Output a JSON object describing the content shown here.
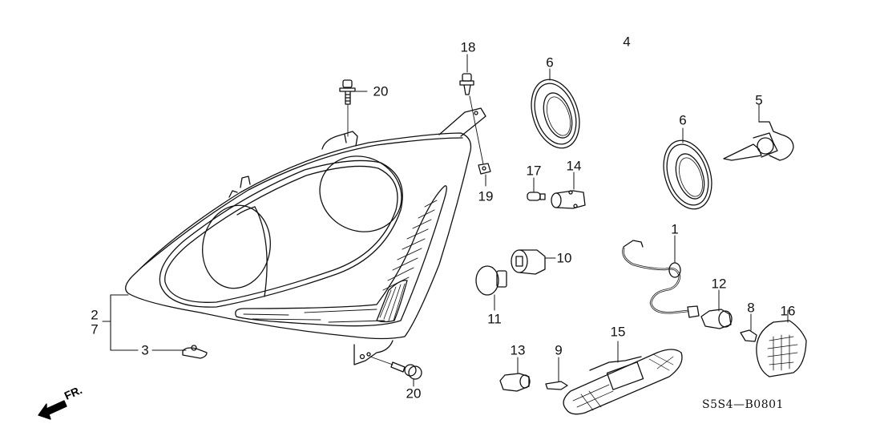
{
  "diagram": {
    "type": "exploded-parts-diagram",
    "subject": "Headlight assembly",
    "diagram_code": "S5S4—B0801",
    "direction_indicator": {
      "label": "FR.",
      "icon": "front-arrow-icon"
    },
    "callouts": [
      {
        "id": "1",
        "part": "wire-harness"
      },
      {
        "id": "2",
        "part": "headlight-unit"
      },
      {
        "id": "7",
        "part": "headlight-unit"
      },
      {
        "id": "3",
        "part": "clip-nut"
      },
      {
        "id": "4",
        "part": "high-beam-bulb"
      },
      {
        "id": "5",
        "part": "low-beam-bulb"
      },
      {
        "id": "6a",
        "label": "6",
        "part": "bulb-seal"
      },
      {
        "id": "6b",
        "label": "6",
        "part": "bulb-seal"
      },
      {
        "id": "8",
        "part": "wedge-bulb"
      },
      {
        "id": "9",
        "part": "wedge-bulb"
      },
      {
        "id": "10",
        "part": "bulb-socket"
      },
      {
        "id": "11",
        "part": "turn-signal-bulb"
      },
      {
        "id": "12",
        "part": "bulb-socket"
      },
      {
        "id": "13",
        "part": "bulb-socket"
      },
      {
        "id": "14",
        "part": "bulb-socket"
      },
      {
        "id": "15",
        "part": "side-marker-light"
      },
      {
        "id": "16",
        "part": "side-turn-light"
      },
      {
        "id": "17",
        "part": "wedge-bulb"
      },
      {
        "id": "18",
        "part": "bolt"
      },
      {
        "id": "19",
        "part": "clip-nut"
      },
      {
        "id": "20a",
        "label": "20",
        "part": "flange-bolt"
      },
      {
        "id": "20b",
        "label": "20",
        "part": "flange-bolt"
      }
    ]
  },
  "labels": {
    "c1": "1",
    "c2": "2",
    "c7": "7",
    "c3": "3",
    "c4": "4",
    "c5": "5",
    "c6a": "6",
    "c6b": "6",
    "c8": "8",
    "c9": "9",
    "c10": "10",
    "c11": "11",
    "c12": "12",
    "c13": "13",
    "c14": "14",
    "c15": "15",
    "c16": "16",
    "c17": "17",
    "c18": "18",
    "c19": "19",
    "c20a": "20",
    "c20b": "20"
  }
}
